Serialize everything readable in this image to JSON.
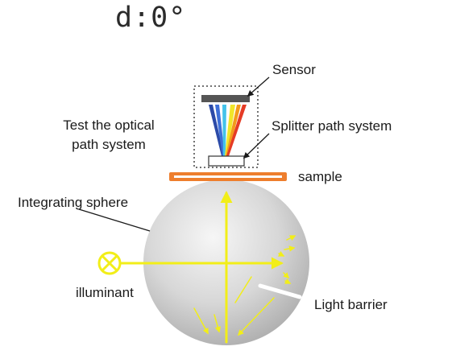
{
  "title": "d:0°",
  "labels": {
    "sensor": "Sensor",
    "test_path_line1": "Test the optical",
    "test_path_line2": "path system",
    "splitter": "Splitter path system",
    "sample": "sample",
    "sphere": "Integrating sphere",
    "illuminant": "illuminant",
    "barrier": "Light barrier"
  },
  "colors": {
    "light": "#f2ee18",
    "sample": "#ee7e2d",
    "sensor": "#555555",
    "sphere_light": "#f6f6f6",
    "sphere_dark": "#a9a9a9",
    "spectrum": [
      "#2b4aa8",
      "#3e6fd8",
      "#44c3ea",
      "#f1e62a",
      "#f39a1c",
      "#e53b25"
    ]
  },
  "icons": {
    "illuminant": "lamp-cross-circle-icon"
  }
}
